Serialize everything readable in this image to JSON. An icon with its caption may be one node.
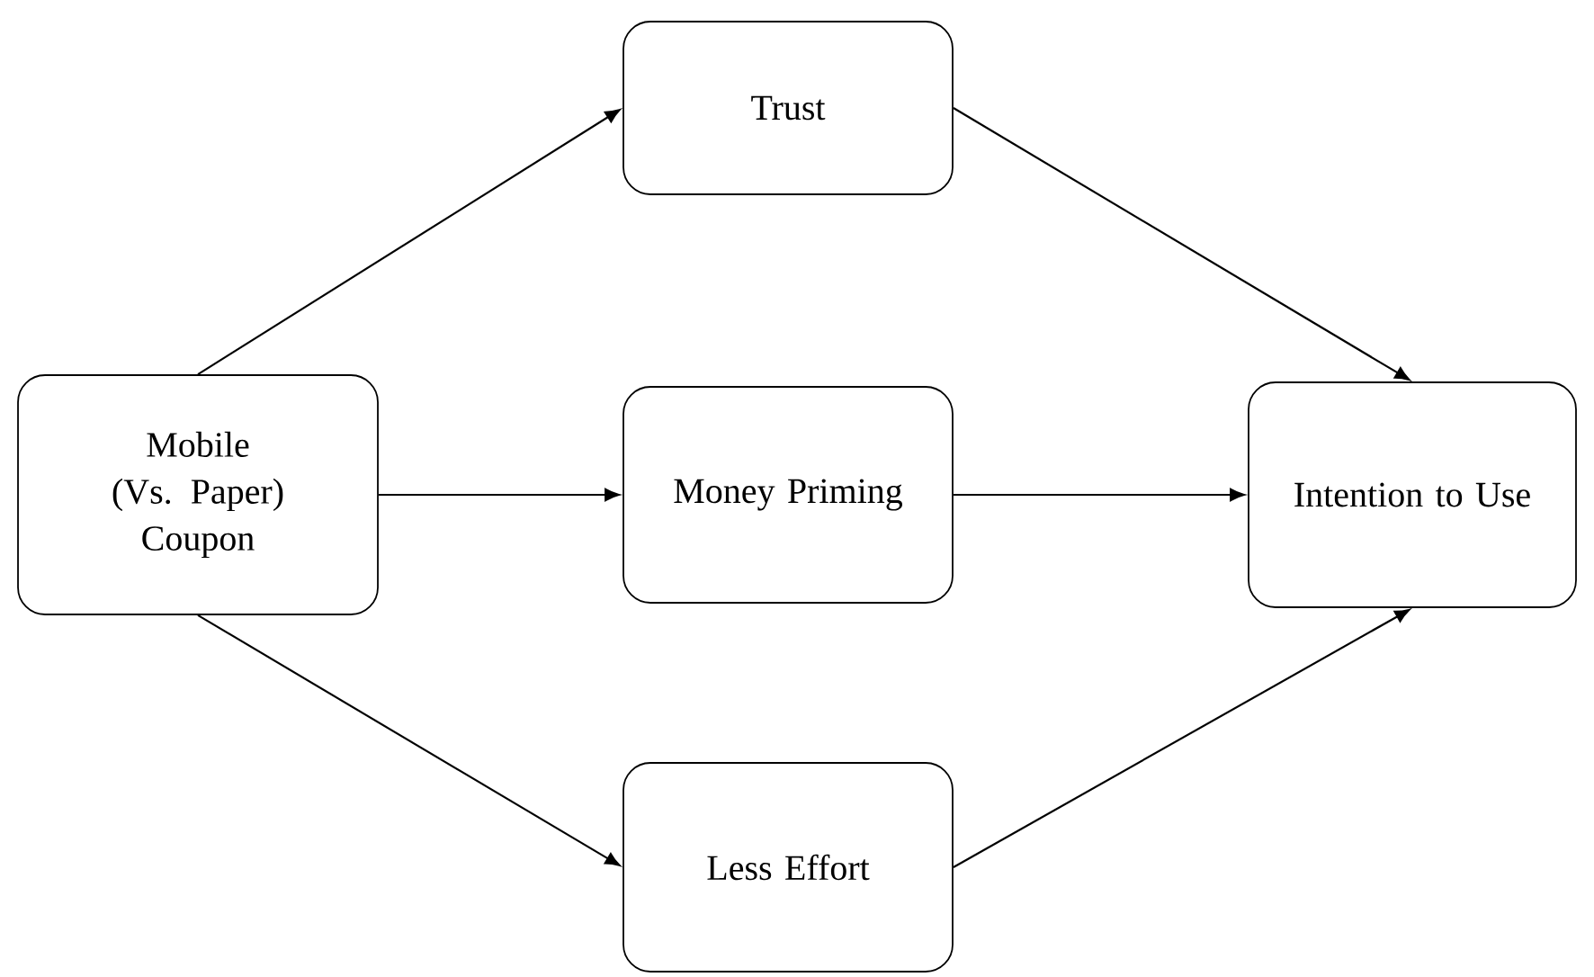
{
  "diagram": {
    "nodes": [
      {
        "text": [
          "Mobile (Vs. Paper) Coupon"
        ]
      },
      {
        "text": [
          "Trust"
        ]
      },
      {
        "text": [
          "Money Priming"
        ]
      },
      {
        "text": [
          "Less Effort"
        ]
      },
      {
        "text": [
          "Intention to Use"
        ]
      }
    ],
    "edges": [
      {
        "from": 0,
        "to": 1,
        "arrow": "to"
      },
      {
        "from": 0,
        "to": 2,
        "arrow": "to"
      },
      {
        "from": 0,
        "to": 3,
        "arrow": "to"
      },
      {
        "from": 1,
        "to": 4,
        "arrow": "to"
      },
      {
        "from": 2,
        "to": 4,
        "arrow": "to"
      },
      {
        "from": 3,
        "to": 4,
        "arrow": "to"
      }
    ]
  }
}
